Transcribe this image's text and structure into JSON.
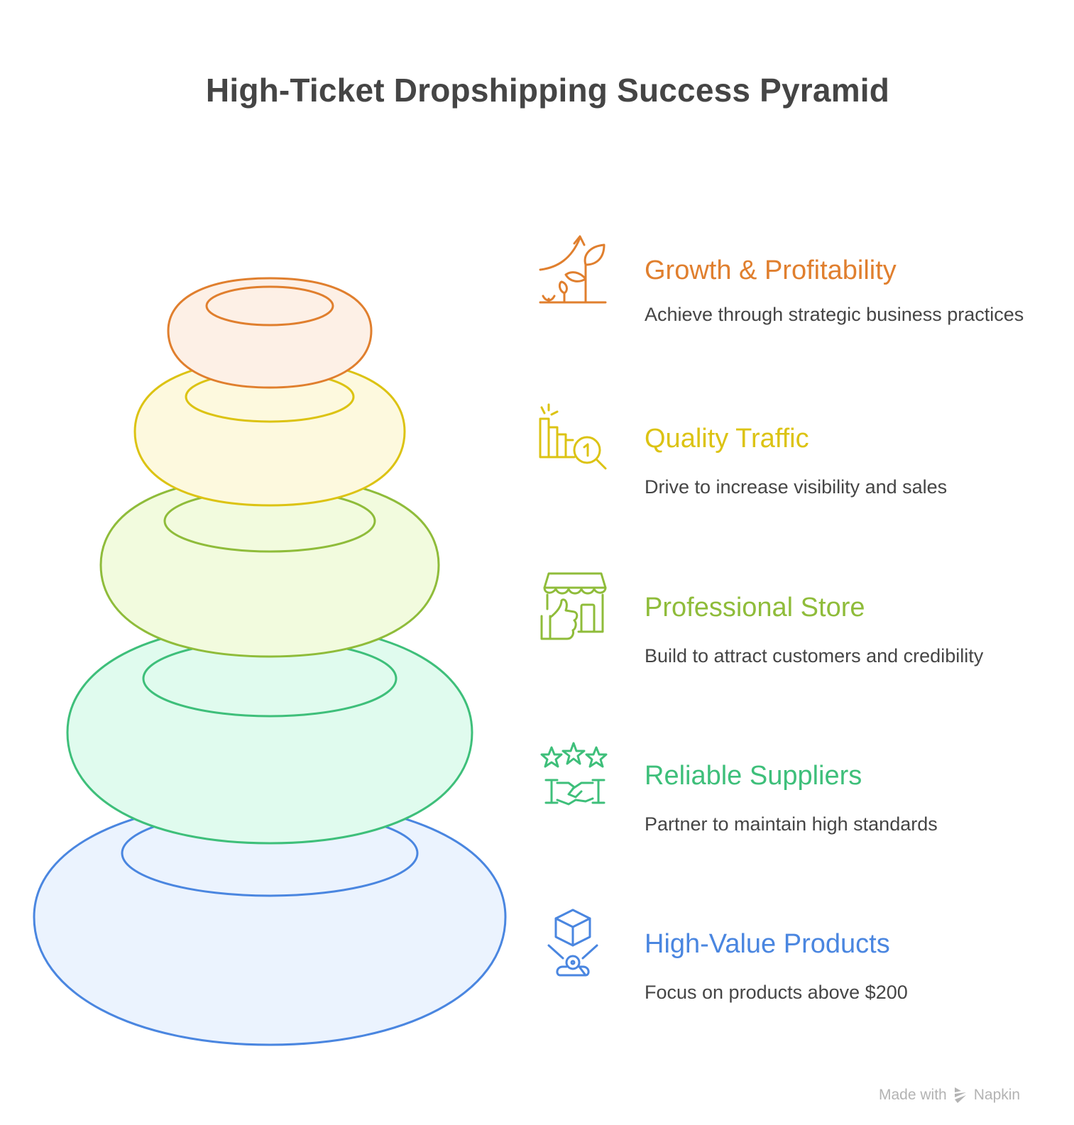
{
  "title": "High-Ticket Dropshipping Success Pyramid",
  "chart_data": {
    "type": "pyramid",
    "title": "High-Ticket Dropshipping Success Pyramid",
    "levels_top_to_bottom": [
      {
        "label": "Growth & Profitability",
        "description": "Achieve through strategic business practices",
        "color": "#E07F2E",
        "fill": "#FDF0E6",
        "icon": "growth-plant-icon"
      },
      {
        "label": "Quality Traffic",
        "description": "Drive to increase visibility and sales",
        "color": "#DCC313",
        "fill": "#FDF9DE",
        "icon": "ranking-search-icon"
      },
      {
        "label": "Professional Store",
        "description": "Build to attract customers and credibility",
        "color": "#8FBC3A",
        "fill": "#F2FBDE",
        "icon": "storefront-thumbs-up-icon"
      },
      {
        "label": "Reliable Suppliers",
        "description": "Partner to maintain high standards",
        "color": "#3EBF7A",
        "fill": "#E0FBEE",
        "icon": "stars-handshake-icon"
      },
      {
        "label": "High-Value Products",
        "description": "Focus on products above $200",
        "color": "#4A86E0",
        "fill": "#EBF3FE",
        "icon": "box-hologram-icon"
      }
    ]
  },
  "items": [
    {
      "heading": "Growth & Profitability",
      "desc": "Achieve through strategic business practices",
      "color": "#E07F2E"
    },
    {
      "heading": "Quality Traffic",
      "desc": "Drive to increase visibility and sales",
      "color": "#DCC313"
    },
    {
      "heading": "Professional Store",
      "desc": "Build to attract customers and credibility",
      "color": "#8FBC3A"
    },
    {
      "heading": "Reliable Suppliers",
      "desc": "Partner to maintain high standards",
      "color": "#3EBF7A"
    },
    {
      "heading": "High-Value Products",
      "desc": "Focus on products above $200",
      "color": "#4A86E0"
    }
  ],
  "footer": {
    "made_with": "Made with",
    "brand": "Napkin"
  }
}
